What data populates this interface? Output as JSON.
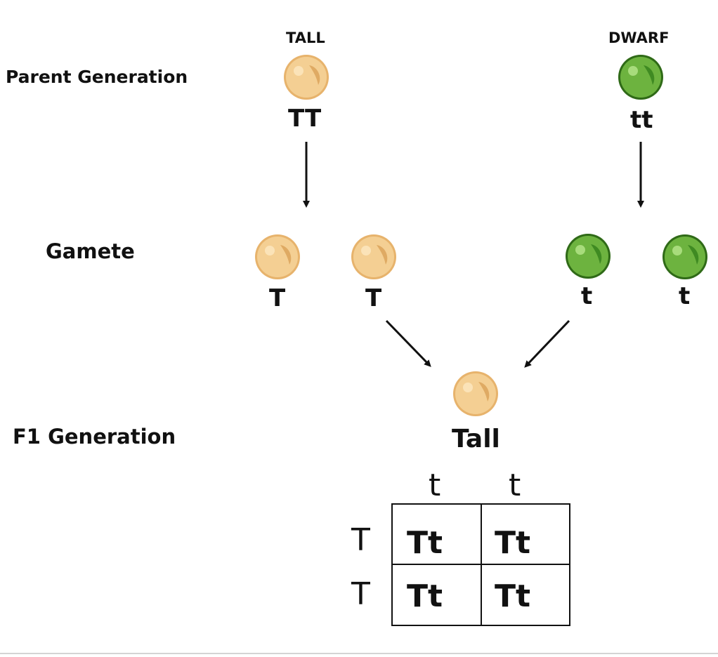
{
  "rows": {
    "parent": "Parent Generation",
    "gamete": "Gamete",
    "f1": "F1 Generation"
  },
  "parents": {
    "left": {
      "phenotype": "TALL",
      "genotype": "TT",
      "color": "#f1c98a"
    },
    "right": {
      "phenotype": "DWARF",
      "genotype": "tt",
      "color": "#6db33f"
    }
  },
  "gametes": [
    "T",
    "T",
    "t",
    "t"
  ],
  "f1": {
    "phenotype": "Tall"
  },
  "punnett": {
    "col_headers": [
      "t",
      "t"
    ],
    "row_headers": [
      "T",
      "T"
    ],
    "cells": [
      [
        "Tt",
        "Tt"
      ],
      [
        "Tt",
        "Tt"
      ]
    ]
  },
  "colors": {
    "tall_pea": "#f1c98a",
    "dwarf_pea": "#6db33f",
    "line": "#111111"
  }
}
